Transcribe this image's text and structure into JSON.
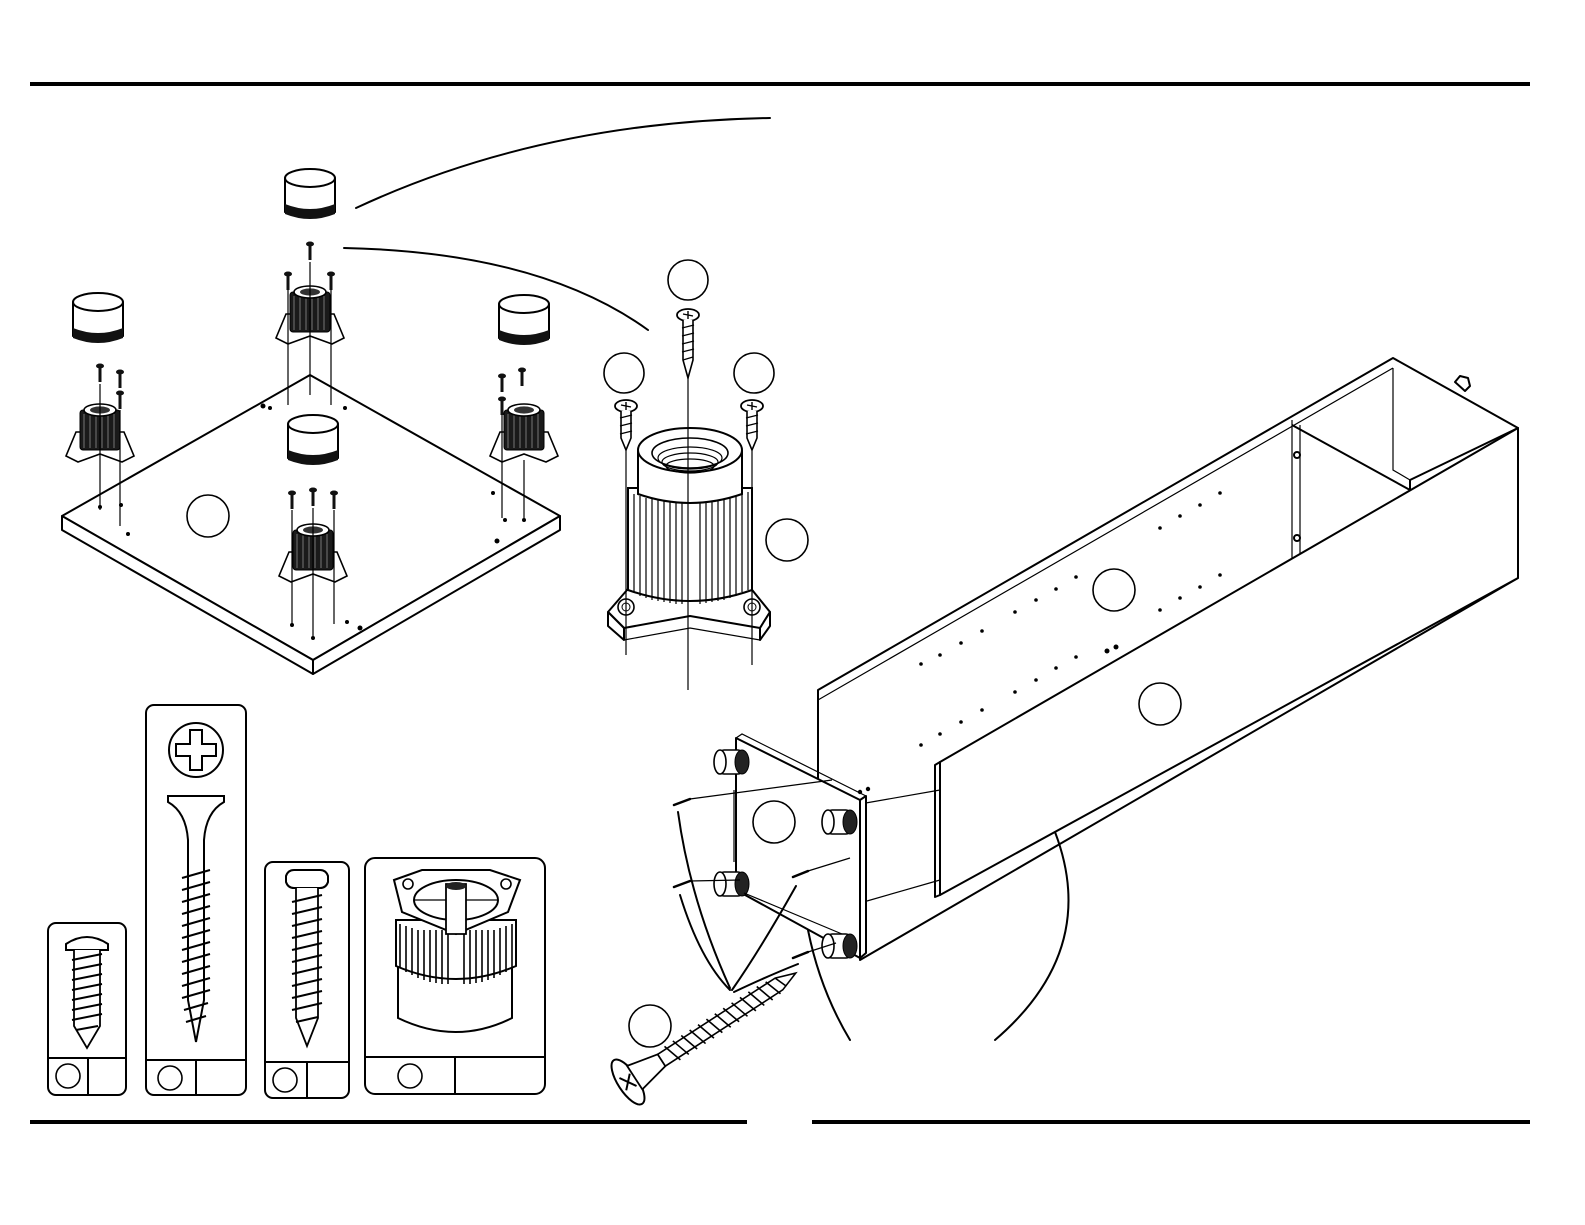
{
  "page": {
    "description_omitted": true
  },
  "colors": {
    "ink": "#000000",
    "paper": "#ffffff"
  },
  "callouts": [
    {
      "id": "panel-top-left"
    },
    {
      "id": "screw-top"
    },
    {
      "id": "screw-left"
    },
    {
      "id": "screw-right"
    },
    {
      "id": "leg-socket"
    },
    {
      "id": "side-panel"
    },
    {
      "id": "back-panel"
    },
    {
      "id": "end-panel"
    },
    {
      "id": "long-screw"
    }
  ],
  "parts_legend": [
    {
      "id": "part-small-screw",
      "icon": "pan-head-screw-icon"
    },
    {
      "id": "part-long-screw",
      "icon": "flat-head-long-screw-icon"
    },
    {
      "id": "part-medium-screw",
      "icon": "pan-head-medium-screw-icon"
    },
    {
      "id": "part-leg-socket",
      "icon": "leg-socket-icon"
    }
  ]
}
